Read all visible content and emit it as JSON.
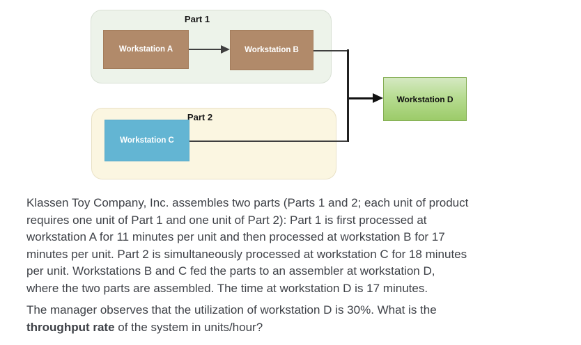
{
  "diagram": {
    "part1": {
      "label": "Part 1",
      "workstation_a": "Workstation A",
      "workstation_b": "Workstation B"
    },
    "part2": {
      "label": "Part 2",
      "workstation_c": "Workstation C"
    },
    "workstation_d": "Workstation D",
    "colors": {
      "part1_background": "#edf3ea",
      "part2_background": "#fbf6e1",
      "workstation_ab_fill": "#b18a6a",
      "workstation_c_fill": "#63b5d3",
      "workstation_d_fill_top": "#d5e9c2",
      "workstation_d_fill_bottom": "#9ccb69",
      "connector": "#3f3f3f"
    }
  },
  "question": {
    "p1_lines": [
      "Klassen Toy Company, Inc. assembles two parts (Parts 1 and 2; each unit of product",
      "requires one unit of Part 1 and one unit of Part 2): Part 1 is first processed at",
      "workstation A for 11 minutes per unit and then processed at workstation B for 17",
      "minutes per unit. Part 2 is simultaneously processed at workstation C for 18 minutes",
      "per unit. Workstations B and C fed the parts to an assembler at workstation D,",
      "where the two parts are assembled. The time at workstation D is 17 minutes."
    ],
    "p2_line1": "The manager observes that the utilization of workstation D is 30%. What is the",
    "p2_bold": "throughput rate",
    "p2_rest": " of the system in units/hour?"
  }
}
